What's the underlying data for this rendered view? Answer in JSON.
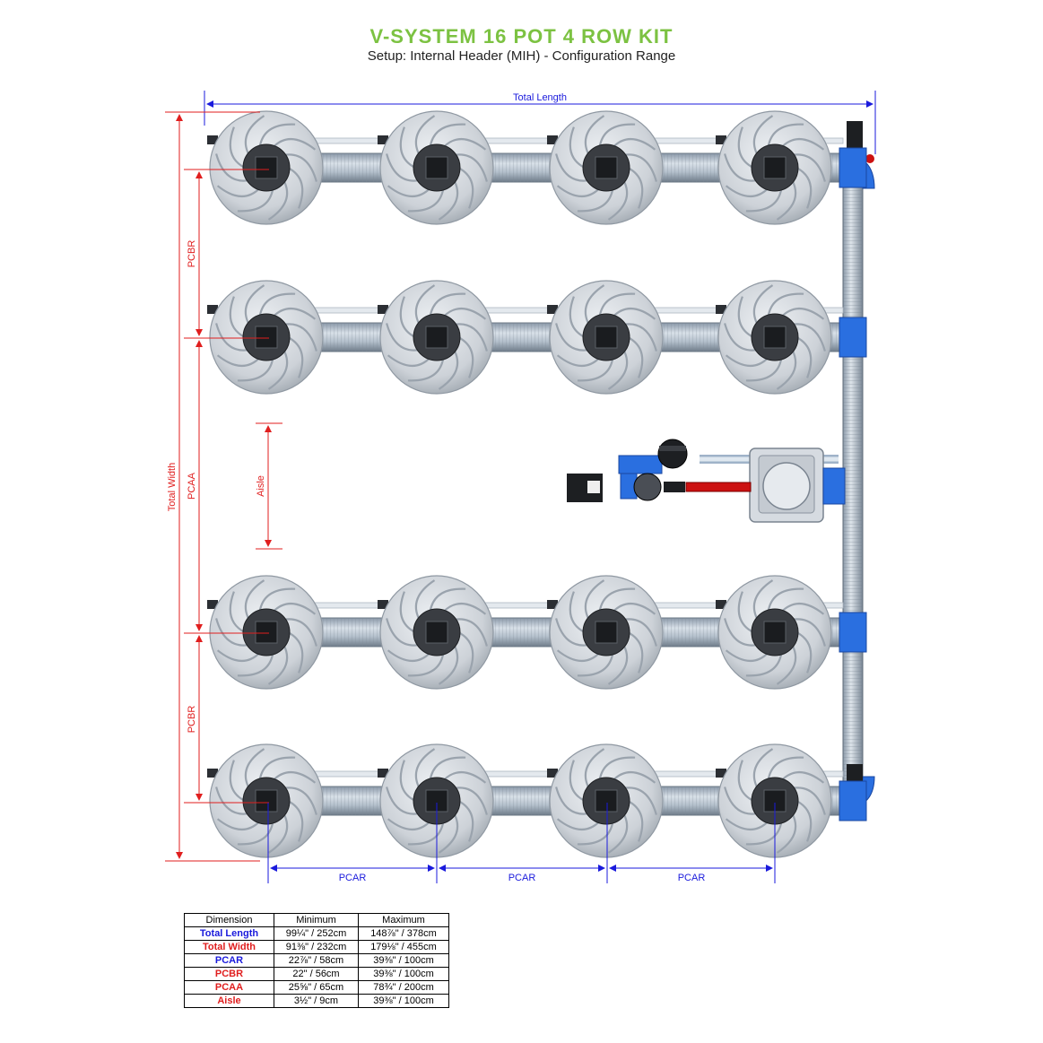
{
  "header": {
    "title": "V-SYSTEM 16 POT 4 ROW KIT",
    "subtitle": "Setup: Internal Header (MIH) - Configuration Range"
  },
  "labels": {
    "total_length": "Total Length",
    "total_width": "Total Width",
    "pcbr_top": "PCBR",
    "pcbr_bottom": "PCBR",
    "pcaa": "PCAA",
    "aisle": "Aisle",
    "pcar": [
      "PCAR",
      "PCAR",
      "PCAR"
    ]
  },
  "colors": {
    "title": "#7cc242",
    "length_blue": "#1a1adc",
    "width_red": "#e01e1e",
    "header_pipe": "#2a6fe0",
    "pot_gray": "#c9cdd2",
    "pump_red": "#cc1111"
  },
  "layout_info": {
    "rows": 4,
    "pots_per_row": 4
  },
  "table": {
    "headers": [
      "Dimension",
      "Minimum",
      "Maximum"
    ],
    "rows": [
      {
        "dimension": "Total Length",
        "min": "99¼\" / 252cm",
        "max": "148⅞\" / 378cm",
        "color": "#1a1adc"
      },
      {
        "dimension": "Total Width",
        "min": "91⅜\" / 232cm",
        "max": "179⅛\" / 455cm",
        "color": "#e01e1e"
      },
      {
        "dimension": "PCAR",
        "min": "22⅞\" / 58cm",
        "max": "39⅜\" / 100cm",
        "color": "#1a1adc"
      },
      {
        "dimension": "PCBR",
        "min": "22\" / 56cm",
        "max": "39⅜\" / 100cm",
        "color": "#e01e1e"
      },
      {
        "dimension": "PCAA",
        "min": "25⅝\" / 65cm",
        "max": "78¾\" / 200cm",
        "color": "#e01e1e"
      },
      {
        "dimension": "Aisle",
        "min": "3½\" / 9cm",
        "max": "39⅜\" / 100cm",
        "color": "#e01e1e"
      }
    ]
  }
}
